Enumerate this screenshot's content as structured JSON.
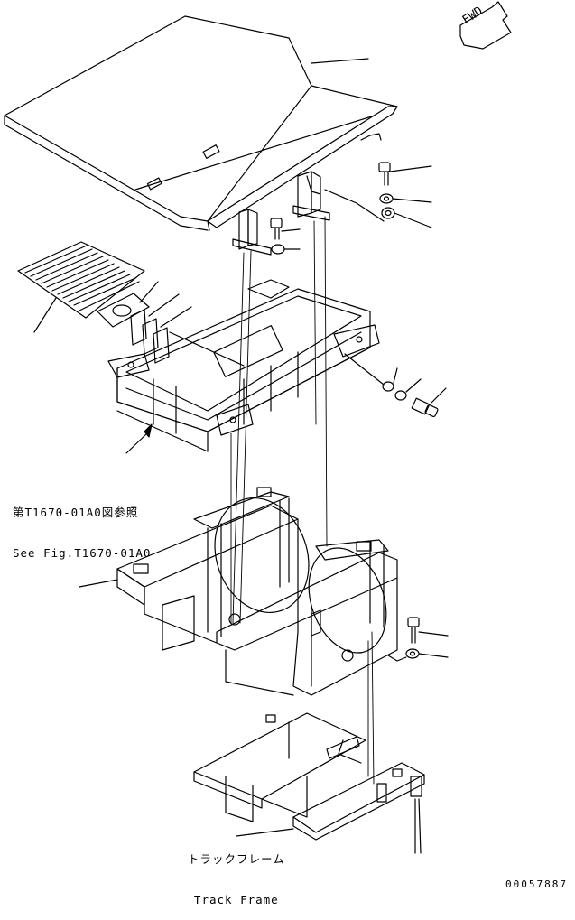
{
  "direction_label": "FWD",
  "reference": {
    "japanese": "第T1670-01A0図参照",
    "english": "See Fig.T1670-01A0"
  },
  "track_frame": {
    "japanese": "トラックフレーム",
    "english": "Track Frame"
  },
  "part_id": "00057887"
}
